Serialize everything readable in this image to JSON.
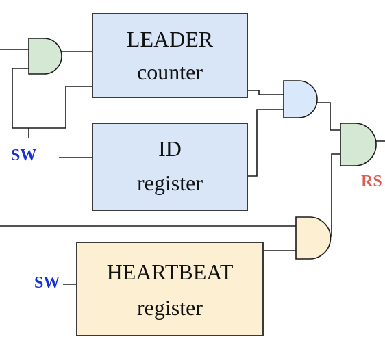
{
  "colors": {
    "block_blue": "#d9e6f8",
    "block_yellow": "#fdf0d2",
    "gate_green": "#d5e8d4",
    "gate_blue": "#dae8fc",
    "gate_yellow": "#fdf0d2",
    "sw_text": "#1530d6",
    "rs_text": "#e05a50"
  },
  "blocks": {
    "leader": {
      "line1": "LEADER",
      "line2": "counter"
    },
    "id": {
      "line1": "ID",
      "line2": "register"
    },
    "heartbeat": {
      "line1": "HEARTBEAT",
      "line2": "register"
    }
  },
  "signals": {
    "sw_top": "SW",
    "sw_bottom": "SW",
    "rs_output": "RS"
  },
  "gates": [
    {
      "name": "and-gate-leader-input",
      "type": "AND",
      "color": "gate_green"
    },
    {
      "name": "and-gate-leader-id",
      "type": "AND",
      "color": "gate_blue"
    },
    {
      "name": "and-gate-heartbeat",
      "type": "AND",
      "color": "gate_yellow"
    },
    {
      "name": "and-gate-output",
      "type": "AND",
      "color": "gate_green"
    }
  ]
}
